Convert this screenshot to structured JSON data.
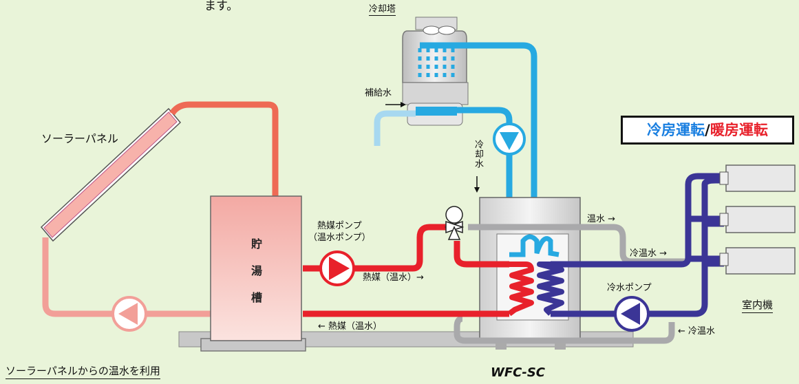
{
  "top_text": "ます。",
  "cooling_tower_label": "冷却塔",
  "makeup_water_label": "補給水",
  "cooling_water_label": "冷却水",
  "solar_panel_label": "ソーラーパネル",
  "mode": {
    "cooling": "冷房運転",
    "separator": "/",
    "heating": "暖房運転",
    "cooling_color": "#1a7fe0",
    "heating_color": "#e8212b"
  },
  "tank_chars": [
    "貯",
    "湯",
    "槽"
  ],
  "heat_pump_label_1": "熱媒ポンプ",
  "heat_pump_label_2": "（温水ポンプ）",
  "heat_medium_out": "熱媒（温水）→",
  "heat_medium_return": "← 熱媒（温水）",
  "hot_water_label": "温水 →",
  "chilled_hot_water_label": "冷温水 →",
  "chilled_hot_return_label": "← 冷温水",
  "chilled_pump_label": "冷水ポンプ",
  "indoor_unit_label": "室内機",
  "bottom_caption": "ソーラーパネルからの温水を利用",
  "model_name": "WFC-SC",
  "colors": {
    "background": "#e9f4d9",
    "cooling_water": "#27a9e1",
    "solar_loop": "#ee6a55",
    "solar_return": "#f29f98",
    "heat_medium": "#e8212b",
    "chilled_water": "#3b3596",
    "gray_pipe": "#a9a9ab"
  }
}
